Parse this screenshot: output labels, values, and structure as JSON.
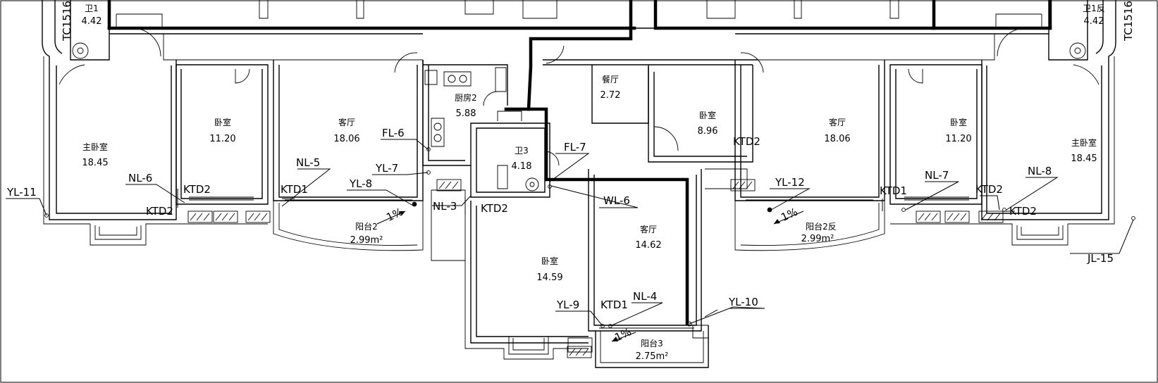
{
  "rooms": [
    {
      "id": "w1",
      "label": "卫1",
      "area": "4.42"
    },
    {
      "id": "master-l",
      "label": "主卧室",
      "area": "18.45"
    },
    {
      "id": "bed-l",
      "label": "卧室",
      "area": "11.20"
    },
    {
      "id": "living-l",
      "label": "客厅",
      "area": "18.06"
    },
    {
      "id": "kitchen",
      "label": "厨房2",
      "area": "5.88"
    },
    {
      "id": "w3",
      "label": "卫3",
      "area": "4.18"
    },
    {
      "id": "dining",
      "label": "餐厅",
      "area": "2.72"
    },
    {
      "id": "bed-c",
      "label": "卧室",
      "area": "8.96"
    },
    {
      "id": "living-c",
      "label": "客厅",
      "area": "14.62"
    },
    {
      "id": "bed-s",
      "label": "卧室",
      "area": "14.59"
    },
    {
      "id": "living-r",
      "label": "客厅",
      "area": "18.06"
    },
    {
      "id": "bed-r",
      "label": "卧室",
      "area": "11.20"
    },
    {
      "id": "master-r",
      "label": "主卧室",
      "area": "18.45"
    },
    {
      "id": "w1r",
      "label": "卫1反",
      "area": "4.42"
    },
    {
      "id": "bal2",
      "label": "阳台2",
      "area": "2.99m²"
    },
    {
      "id": "bal2r",
      "label": "阳台2反",
      "area": "2.99m²"
    },
    {
      "id": "bal3",
      "label": "阳台3",
      "area": "2.75m²"
    }
  ],
  "tags": [
    {
      "id": "yl11",
      "text": "YL-11"
    },
    {
      "id": "nl6",
      "text": "NL-6"
    },
    {
      "id": "ktd2a",
      "text": "KTD2"
    },
    {
      "id": "ktd2b",
      "text": "KTD2"
    },
    {
      "id": "nl5",
      "text": "NL-5"
    },
    {
      "id": "ktd1a",
      "text": "KTD1"
    },
    {
      "id": "yl8",
      "text": "YL-8"
    },
    {
      "id": "yl7",
      "text": "YL-7"
    },
    {
      "id": "fl6",
      "text": "FL-6"
    },
    {
      "id": "fl7",
      "text": "FL-7"
    },
    {
      "id": "nl3",
      "text": "NL-3"
    },
    {
      "id": "ktd2c",
      "text": "KTD2"
    },
    {
      "id": "wl6",
      "text": "WL-6"
    },
    {
      "id": "ktd2d",
      "text": "KTD2"
    },
    {
      "id": "yl12",
      "text": "YL-12"
    },
    {
      "id": "ktd1b",
      "text": "KTD1"
    },
    {
      "id": "nl7",
      "text": "NL-7"
    },
    {
      "id": "ktd2e",
      "text": "KTD2"
    },
    {
      "id": "nl8",
      "text": "NL-8"
    },
    {
      "id": "ktd2f",
      "text": "KTD2"
    },
    {
      "id": "jl15",
      "text": "JL-15"
    },
    {
      "id": "yl9",
      "text": "YL-9"
    },
    {
      "id": "ktd1c",
      "text": "KTD1"
    },
    {
      "id": "nl4",
      "text": "NL-4"
    },
    {
      "id": "yl10",
      "text": "YL-10"
    }
  ],
  "window_codes": [
    {
      "id": "tc-left",
      "text": "TC1516"
    },
    {
      "id": "tc-right",
      "text": "TC1516"
    }
  ],
  "slopes": [
    {
      "id": "slope-l",
      "text": "1%"
    },
    {
      "id": "slope-r",
      "text": "1%"
    },
    {
      "id": "slope-c",
      "text": "1%"
    }
  ],
  "ac_symbol": "AC"
}
